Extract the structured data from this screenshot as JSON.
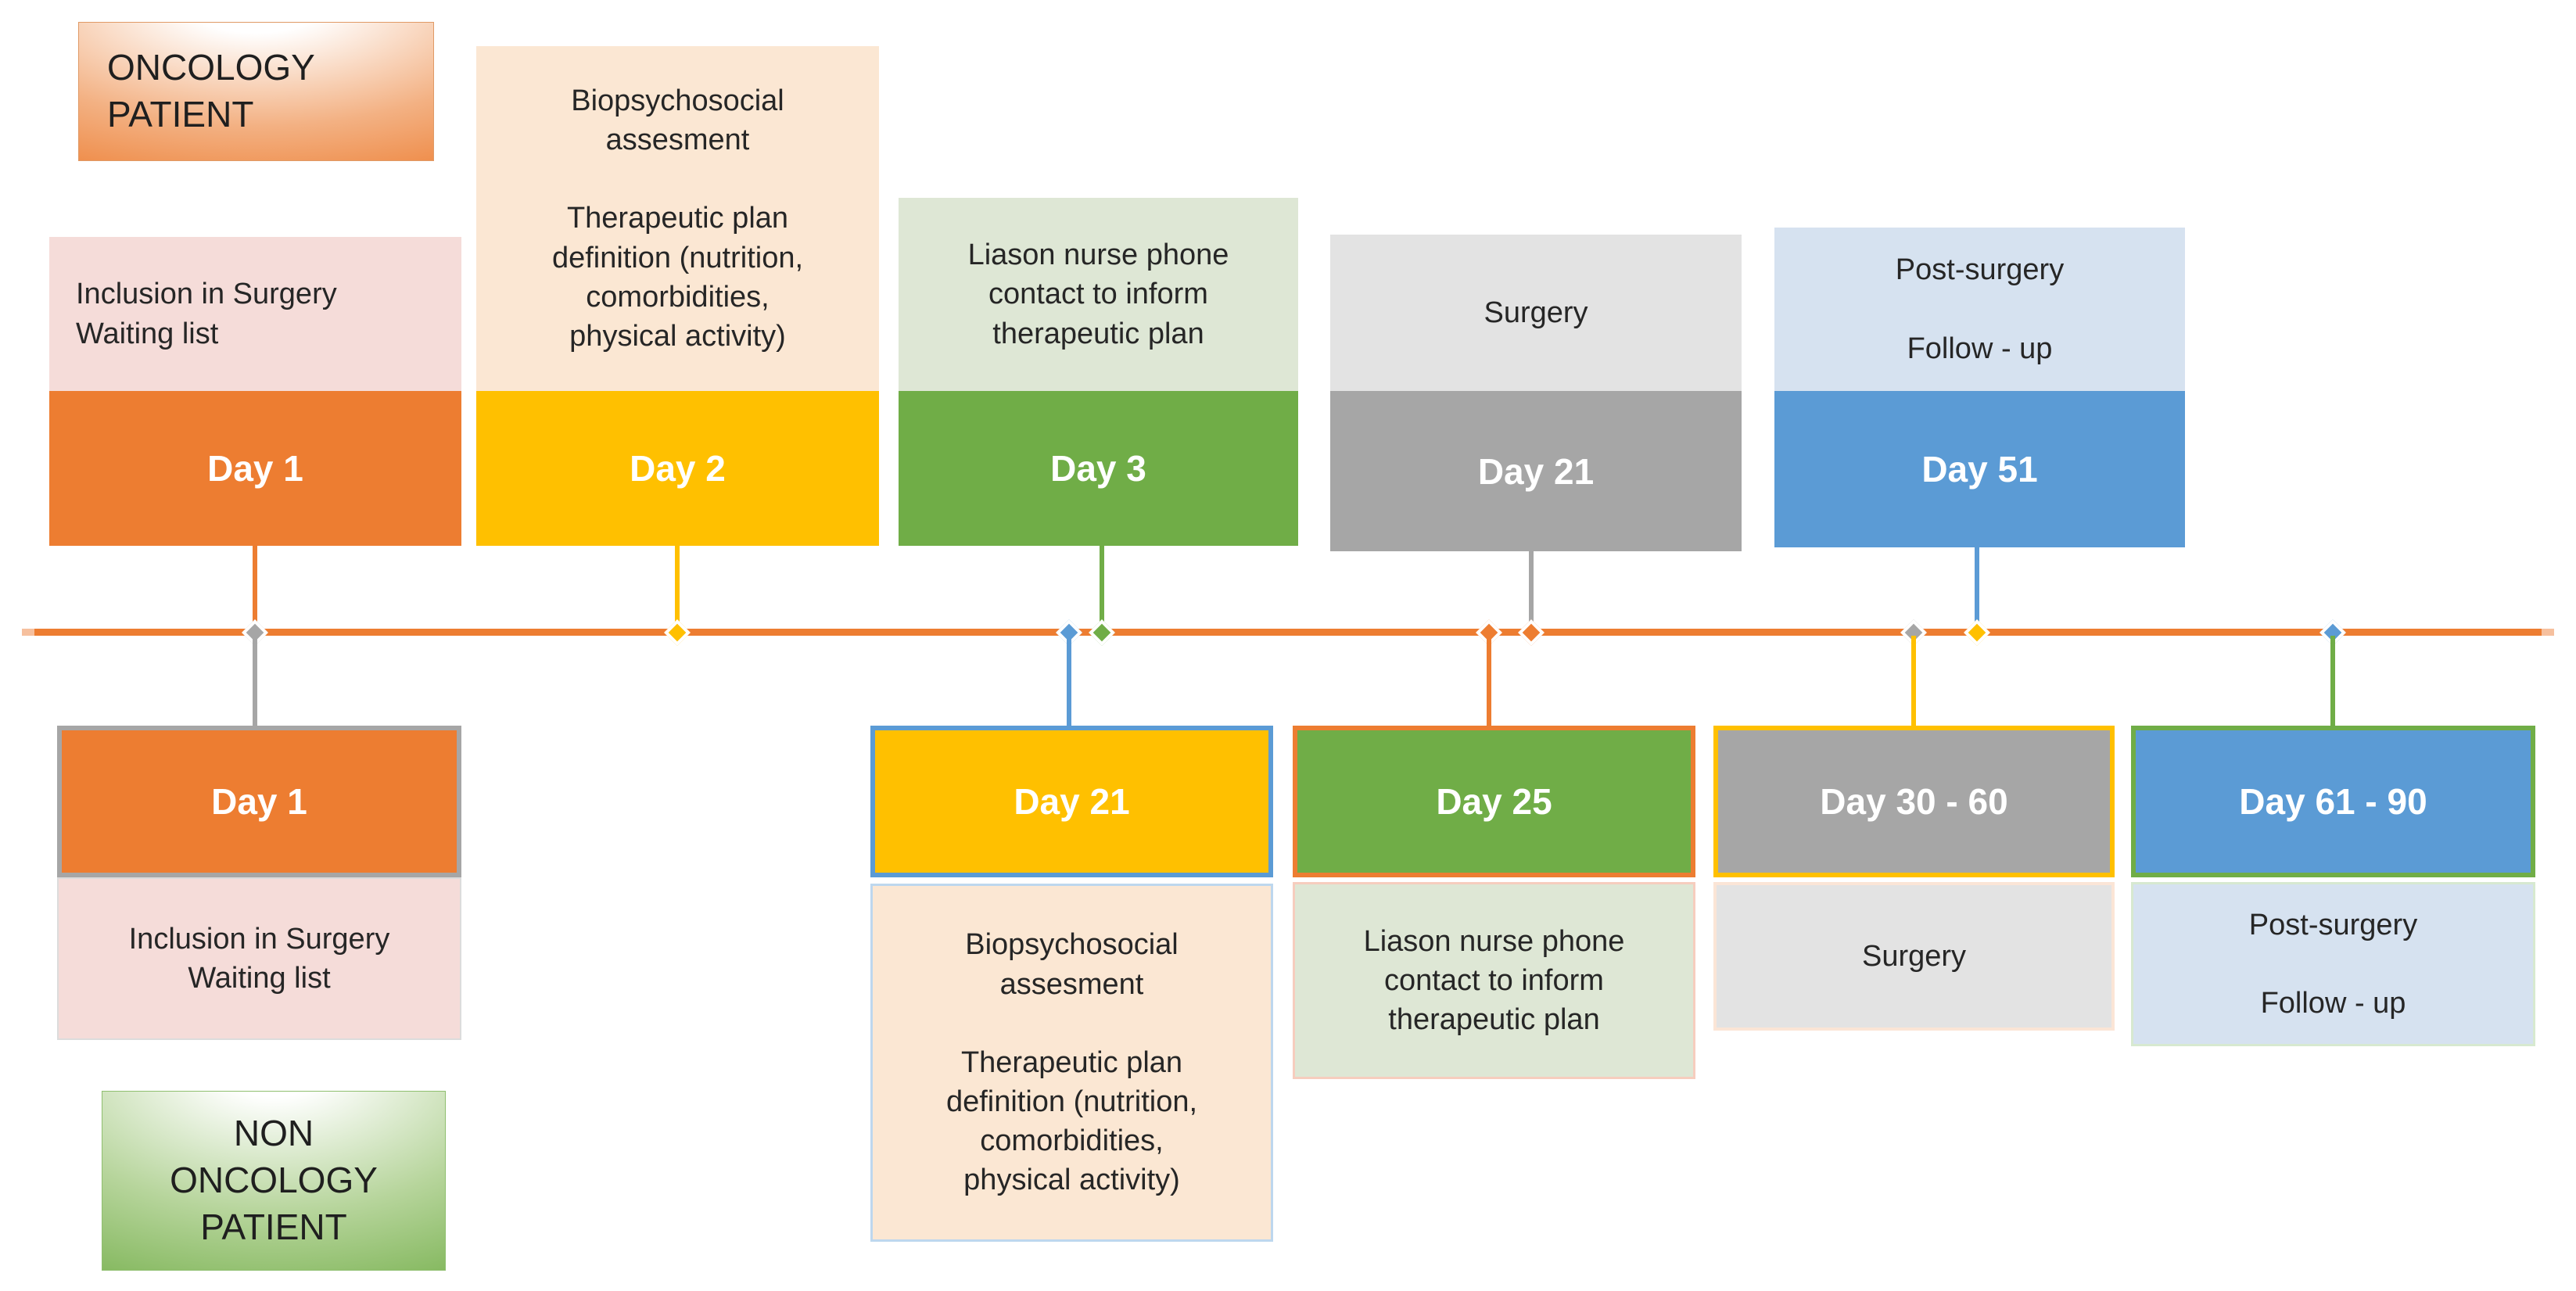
{
  "legend": {
    "oncology_label": "ONCOLOGY\nPATIENT",
    "non_oncology_label": "NON\nONCOLOGY\nPATIENT"
  },
  "palette": {
    "orange": "#ED7D31",
    "yellow": "#FFC000",
    "green": "#70AD47",
    "gray": "#A6A6A6",
    "blue": "#5B9BD5",
    "light_pink": "#F5DCD9",
    "light_orange": "#FBE7D3",
    "light_green": "#DEE7D5",
    "light_gray": "#E3E3E3",
    "light_blue": "#D6E2F0",
    "timeline_line": "#ED7D31"
  },
  "top_row": [
    {
      "day": "Day 1",
      "description": "Inclusion in Surgery\nWaiting list"
    },
    {
      "day": "Day 2",
      "description": "Biopsychosocial\nassesment\n\nTherapeutic plan\ndefinition (nutrition,\ncomorbidities,\nphysical activity)"
    },
    {
      "day": "Day 3",
      "description": "Liason nurse phone\ncontact to inform\ntherapeutic plan"
    },
    {
      "day": "Day 21",
      "description": "Surgery"
    },
    {
      "day": "Day 51",
      "description": "Post-surgery\n\nFollow - up"
    }
  ],
  "bottom_row": [
    {
      "day": "Day 1",
      "description": "Inclusion in Surgery\nWaiting list"
    },
    {
      "day": "Day 21",
      "description": "Biopsychosocial\nassesment\n\nTherapeutic plan\ndefinition (nutrition,\ncomorbidities,\nphysical activity)"
    },
    {
      "day": "Day 25",
      "description": "Liason nurse phone\ncontact to inform\ntherapeutic plan"
    },
    {
      "day": "Day 30 - 60",
      "description": "Surgery"
    },
    {
      "day": "Day 61 - 90",
      "description": "Post-surgery\n\nFollow - up"
    }
  ]
}
